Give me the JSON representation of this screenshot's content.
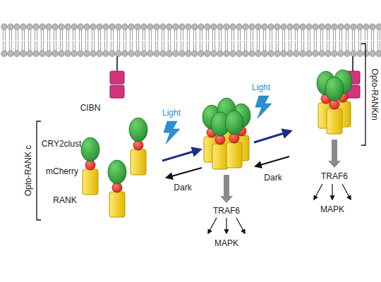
{
  "diagram": {
    "labels": [
      "CIBN",
      "Light",
      "Light",
      "Opto-RANKm",
      "CRY2clust",
      "mCherry",
      "RANK",
      "Opto-RANK c",
      "Dark",
      "Dark",
      "TRAF6",
      "MAPK",
      "TRAF6",
      "MAPK"
    ]
  }
}
